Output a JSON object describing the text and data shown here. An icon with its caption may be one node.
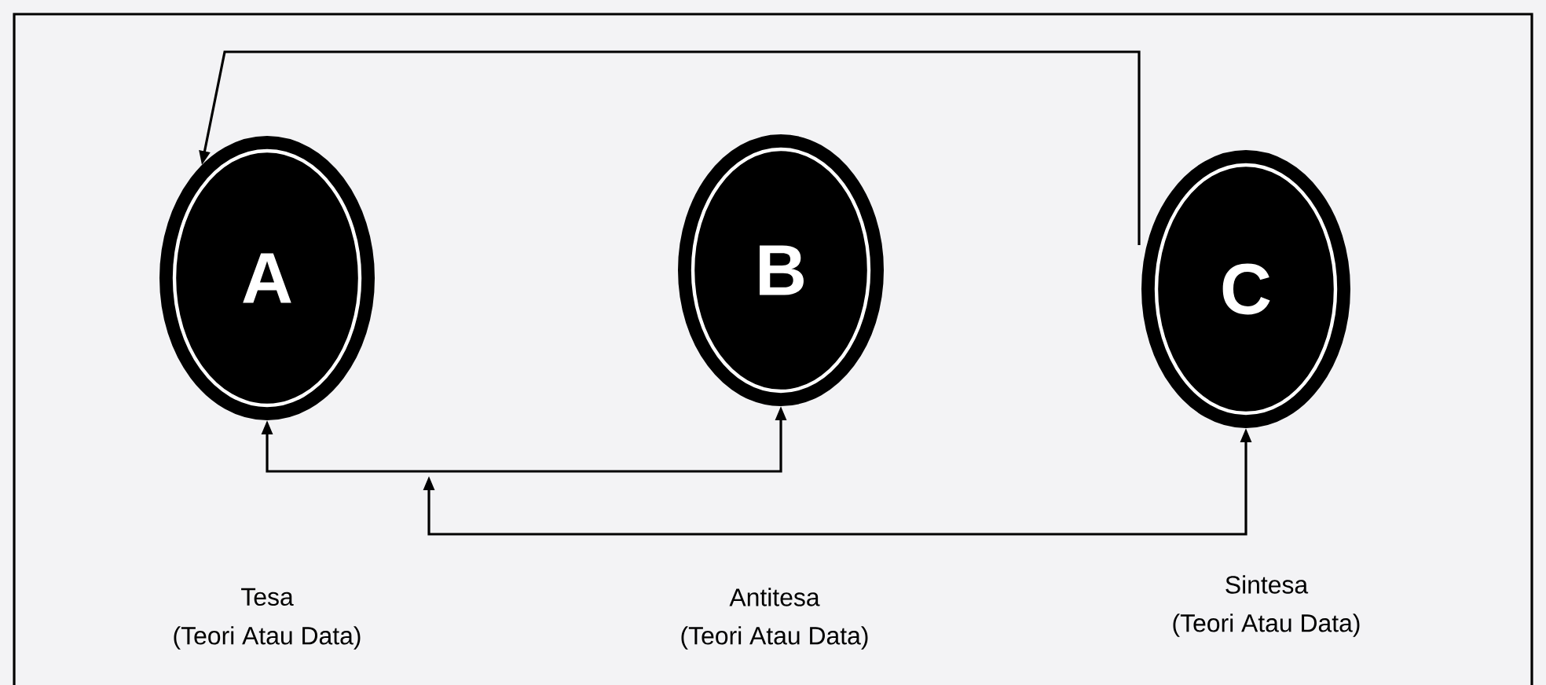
{
  "diagram": {
    "nodes": [
      {
        "text": [
          "A"
        ],
        "beside": [
          "Tesa",
          "(Teori Atau Data)"
        ]
      },
      {
        "text": [
          "B"
        ],
        "beside": [
          "Antitesa",
          "(Teori Atau Data)"
        ]
      },
      {
        "text": [
          "C"
        ],
        "beside": [
          "Sintesa",
          "(Teori Atau Data)"
        ]
      }
    ],
    "edges": [
      {
        "from": 2,
        "to": 0,
        "arrow": "to"
      },
      {
        "from": 0,
        "to": 1,
        "arrow": "both"
      },
      {
        "from": null,
        "to": 2,
        "arrow": "both"
      }
    ]
  }
}
